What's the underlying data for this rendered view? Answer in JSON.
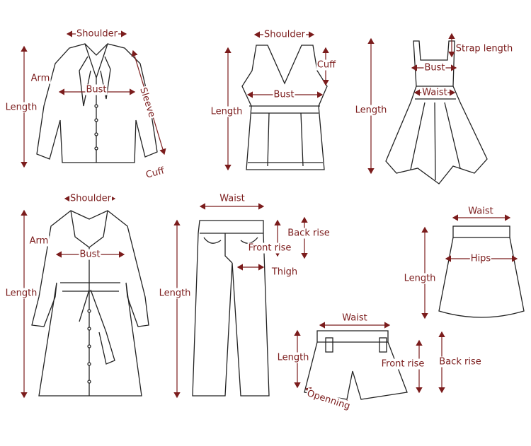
{
  "garments": [
    {
      "name": "blouse",
      "labels": [
        "Shoulder",
        "Arm",
        "Bust",
        "Length",
        "Sleeve",
        "Cuff"
      ]
    },
    {
      "name": "tank-top",
      "labels": [
        "Shoulder",
        "Cuff",
        "Bust",
        "Length"
      ]
    },
    {
      "name": "dress",
      "labels": [
        "Strap length",
        "Bust",
        "Waist",
        "Length"
      ]
    },
    {
      "name": "coat",
      "labels": [
        "Shoulder",
        "Arm",
        "Bust",
        "Length"
      ]
    },
    {
      "name": "pants",
      "labels": [
        "Waist",
        "Back rise",
        "Front rise",
        "Thigh",
        "Length"
      ]
    },
    {
      "name": "skirt",
      "labels": [
        "Waist",
        "Hips",
        "Length"
      ]
    },
    {
      "name": "shorts",
      "labels": [
        "Waist",
        "Length",
        "Front rise",
        "Back rise",
        "Openning"
      ]
    }
  ],
  "colors": {
    "label": "#7b1c1c",
    "outline": "#222222"
  }
}
